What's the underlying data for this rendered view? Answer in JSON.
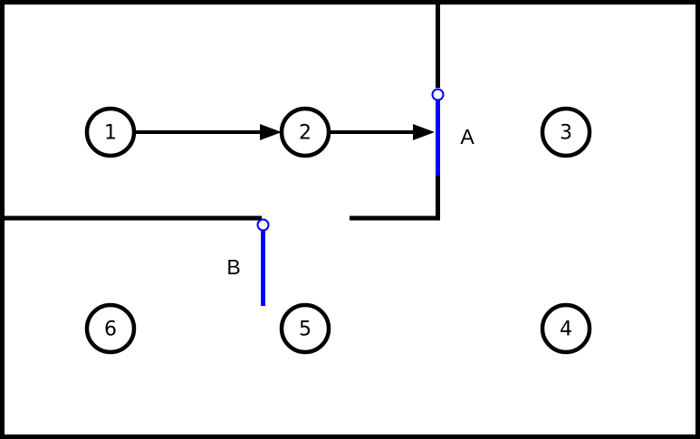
{
  "diagram": {
    "description": "Floor plan with six numbered room markers, two door openings (A and B) shown as blue segments with hinge circles, and arrows showing a path from 1 to 2 to door A",
    "colors": {
      "wall": "#000000",
      "door": "#0000ff",
      "background": "#ffffff",
      "node_fill": "#ffffff",
      "text": "#000000"
    },
    "nodes": [
      {
        "id": "1",
        "label": "1"
      },
      {
        "id": "2",
        "label": "2"
      },
      {
        "id": "3",
        "label": "3"
      },
      {
        "id": "4",
        "label": "4"
      },
      {
        "id": "5",
        "label": "5"
      },
      {
        "id": "6",
        "label": "6"
      }
    ],
    "doors": [
      {
        "id": "A",
        "label": "A"
      },
      {
        "id": "B",
        "label": "B"
      }
    ],
    "arrows": [
      {
        "from": "1",
        "to": "2"
      },
      {
        "from": "2",
        "to": "A"
      }
    ]
  }
}
